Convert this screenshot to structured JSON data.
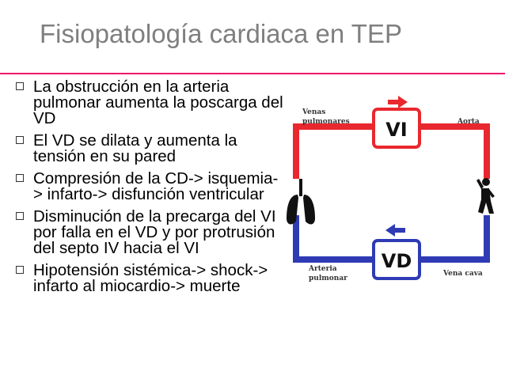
{
  "slide": {
    "title": "Fisiopatología cardiaca en TEP",
    "accent_color": "#f3166c",
    "bullets": [
      "La obstrucción en la arteria pulmonar aumenta la poscarga del VD",
      "El VD se dilata y aumenta la tensión en su pared",
      "Compresión de la CD-> isquemia-> infarto-> disfunción ventricular",
      "Disminución de la precarga del VI por falla en el VD y por protrusión del septo IV hacia el VI",
      "Hipotensión sistémica-> shock-> infarto al miocardio-> muerte"
    ]
  },
  "diagram": {
    "vi_label": "VI",
    "vd_label": "VD",
    "venas_pulmonares_line1": "Venas",
    "venas_pulmonares_line2": "pulmonares",
    "aorta": "Aorta",
    "arteria_pulmonar_line1": "Arteria",
    "arteria_pulmonar_line2": "pulmonar",
    "vena_cava": "Vena cava",
    "red_color": "#e8282e",
    "blue_color": "#2e3bb5",
    "icons": [
      "lungs-icon",
      "person-icon",
      "arrow-right-icon",
      "arrow-left-icon"
    ]
  }
}
